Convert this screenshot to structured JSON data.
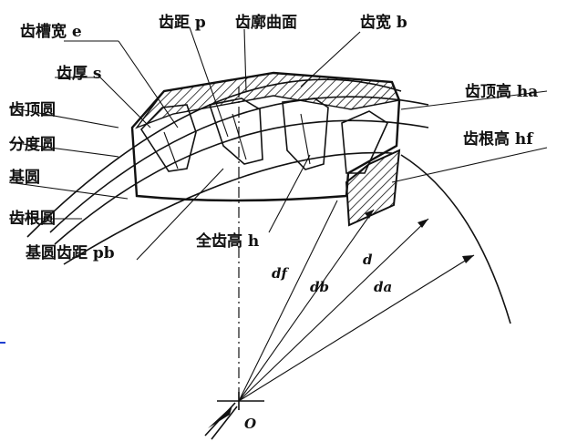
{
  "diagram": {
    "labels": {
      "space_width": "齿槽宽 e",
      "pitch": "齿距 p",
      "tooth_surface": "齿廓曲面",
      "face_width": "齿宽 b",
      "tooth_thickness": "齿厚 s",
      "addendum_circle": "齿顶圆",
      "pitch_circle": "分度圆",
      "base_circle": "基圆",
      "dedendum_circle": "齿根圆",
      "base_pitch": "基圆齿距 pb",
      "whole_depth": "全齿高 h",
      "addendum": "齿顶高 ha",
      "dedendum": "齿根高 hf",
      "d_f": "df",
      "d_b": "db",
      "d": "d",
      "d_a": "da",
      "center": "O"
    }
  }
}
